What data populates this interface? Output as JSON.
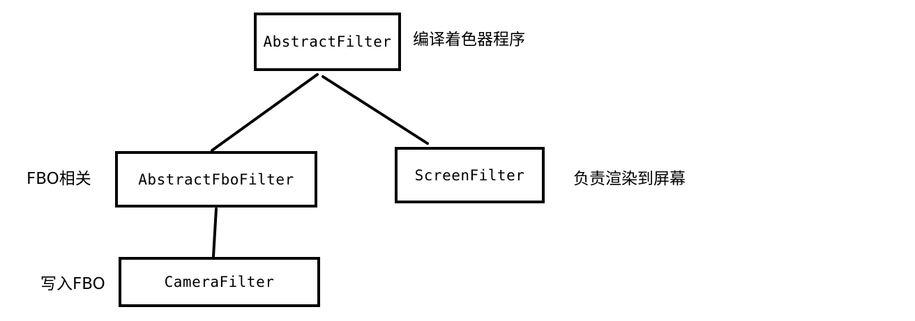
{
  "nodes": {
    "abstract_filter": {
      "label": "AbstractFilter",
      "note": "编译着色器程序"
    },
    "abstract_fbo_filter": {
      "label": "AbstractFboFilter",
      "note": "FBO相关"
    },
    "screen_filter": {
      "label": "ScreenFilter",
      "note": "负责渲染到屏幕"
    },
    "camera_filter": {
      "label": "CameraFilter",
      "note": "写入FBO"
    }
  },
  "edges": [
    {
      "from": "AbstractFilter",
      "to": "AbstractFboFilter"
    },
    {
      "from": "AbstractFilter",
      "to": "ScreenFilter"
    },
    {
      "from": "AbstractFboFilter",
      "to": "CameraFilter"
    }
  ],
  "colors": {
    "stroke": "#000000",
    "background": "#ffffff"
  }
}
